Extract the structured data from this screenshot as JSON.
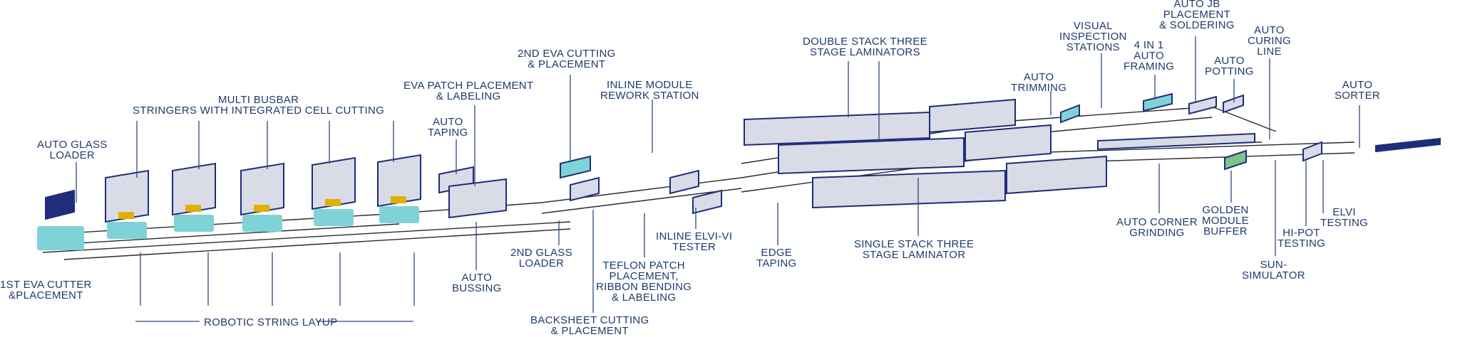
{
  "colors": {
    "label": "#1f3a6b",
    "leader": "#2b4a7e",
    "conveyor": "#2a2a2a",
    "machine_top": "#d9dbe6",
    "machine_frame": "#1f2d7a",
    "teal": "#7fd3d6",
    "robot": "#e0b000"
  },
  "labels": {
    "auto_glass_loader": "AUTO GLASS\nLOADER",
    "first_eva_cutter": "1ST EVA CUTTER\n&PLACEMENT",
    "multi_busbar": "MULTI BUSBAR\nSTRINGERS WITH INTEGRATED CELL CUTTING",
    "robotic_string_layup": "ROBOTIC STRING LAYUP",
    "auto_taping": "AUTO\nTAPING",
    "eva_patch": "EVA PATCH PLACEMENT\n& LABELING",
    "auto_bussing": "AUTO\nBUSSING",
    "second_eva": "2ND EVA CUTTING\n& PLACEMENT",
    "second_glass": "2ND GLASS\nLOADER",
    "backsheet": "BACKSHEET CUTTING\n& PLACEMENT",
    "inline_rework": "INLINE MODULE\nREWORK STATION",
    "teflon": "TEFLON PATCH\nPLACEMENT,\nRIBBON BENDING\n& LABELING",
    "inline_elvi": "INLINE ELVI-VI\nTESTER",
    "edge_taping": "EDGE\nTAPING",
    "double_stack": "DOUBLE STACK THREE\nSTAGE LAMINATORS",
    "single_stack": "SINGLE STACK THREE\nSTAGE LAMINATOR",
    "auto_trimming": "AUTO\nTRIMMING",
    "visual_inspection": "VISUAL\nINSPECTION\nSTATIONS",
    "four_in_one": "4 IN 1\nAUTO\nFRAMING",
    "auto_jb": "AUTO JB\nPLACEMENT\n& SOLDERING",
    "auto_potting": "AUTO\nPOTTING",
    "auto_curing": "AUTO\nCURING\nLINE",
    "auto_corner": "AUTO CORNER\nGRINDING",
    "golden_module": "GOLDEN\nMODULE\nBUFFER",
    "sun_simulator": "SUN-\nSIMULATOR",
    "hi_pot": "HI-POT\nTESTING",
    "elvi_testing": "ELVI\nTESTING",
    "auto_sorter": "AUTO\nSORTER"
  }
}
